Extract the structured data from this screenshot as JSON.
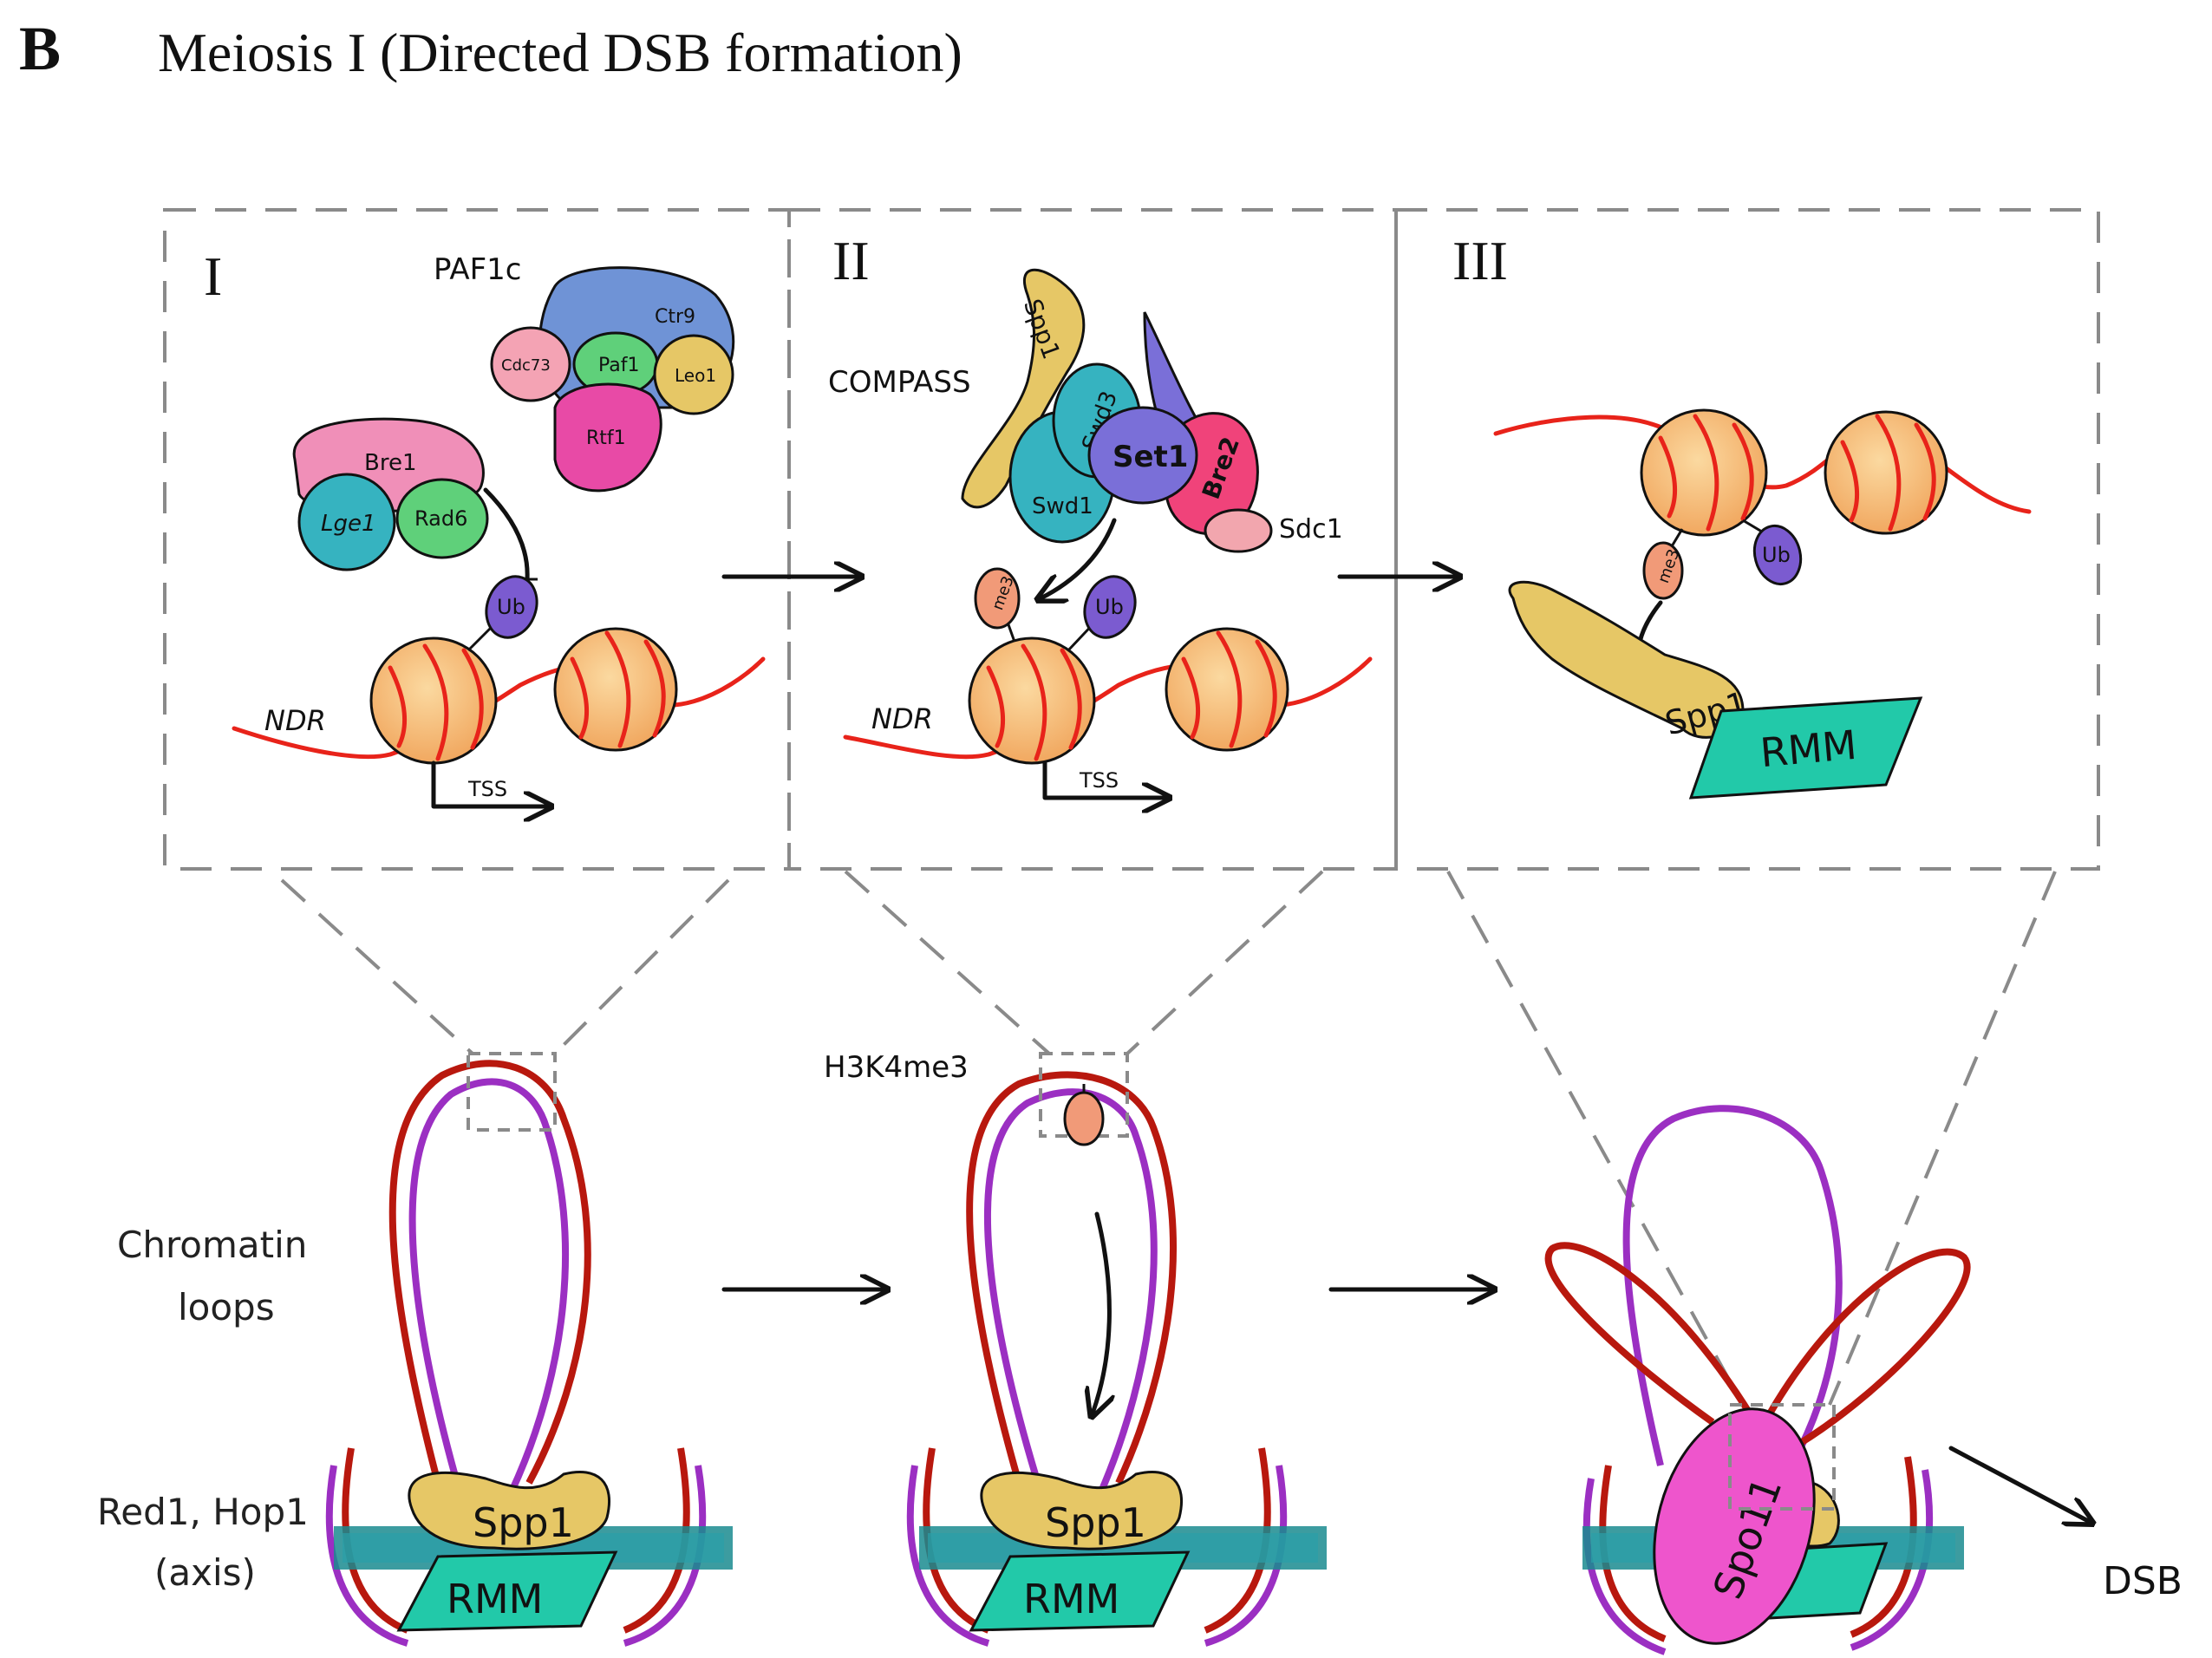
{
  "header": {
    "panel_letter": "B",
    "title": "Meiosis I (Directed DSB formation)"
  },
  "panels": [
    {
      "roman": "I",
      "complex_label": "PAF1c",
      "paf1c_subunits": [
        "Ctr9",
        "Cdc73",
        "Paf1",
        "Leo1",
        "Rtf1"
      ],
      "bre_subunits": [
        "Bre1",
        "Lge1",
        "Rad6"
      ],
      "mark": "Ub",
      "ndr": "NDR",
      "tss": "TSS"
    },
    {
      "roman": "II",
      "complex_label": "COMPASS",
      "compass_subunits": [
        "Spp1",
        "Swd3",
        "Set1",
        "Swd1",
        "Bre2",
        "Sdc1"
      ],
      "marks": [
        "me3",
        "Ub"
      ],
      "ndr": "NDR",
      "tss": "TSS"
    },
    {
      "roman": "III",
      "marks": [
        "me3",
        "Ub"
      ],
      "reader": "Spp1",
      "rmm": "RMM"
    }
  ],
  "bottom": {
    "left_label_loops": "Chromatin loops",
    "left_label_loops_line1": "Chromatin",
    "left_label_loops_line2": "loops",
    "left_label_axis_line1": "Red1, Hop1",
    "left_label_axis_line2": "(axis)",
    "h3k4me3": "H3K4me3",
    "spp1": "Spp1",
    "rmm": "RMM",
    "spo11": "Spo11",
    "dsb": "DSB"
  },
  "colors": {
    "paf_blue": "#6f93d6",
    "pink": "#f08fb8",
    "teal": "#36b3c0",
    "green": "#5fd07a",
    "gold": "#e6c766",
    "magenta": "#e84aa6",
    "violet": "#7a6fd8",
    "hot_pink": "#f0437a",
    "salmon": "#f19a78",
    "nucleosome": "#f5c882",
    "rmm_teal": "#22c9a9",
    "spo11": "#ee55cc",
    "dna_red": "#e8231a",
    "loop_red": "#b8180e",
    "loop_purple": "#9b2fc2"
  }
}
